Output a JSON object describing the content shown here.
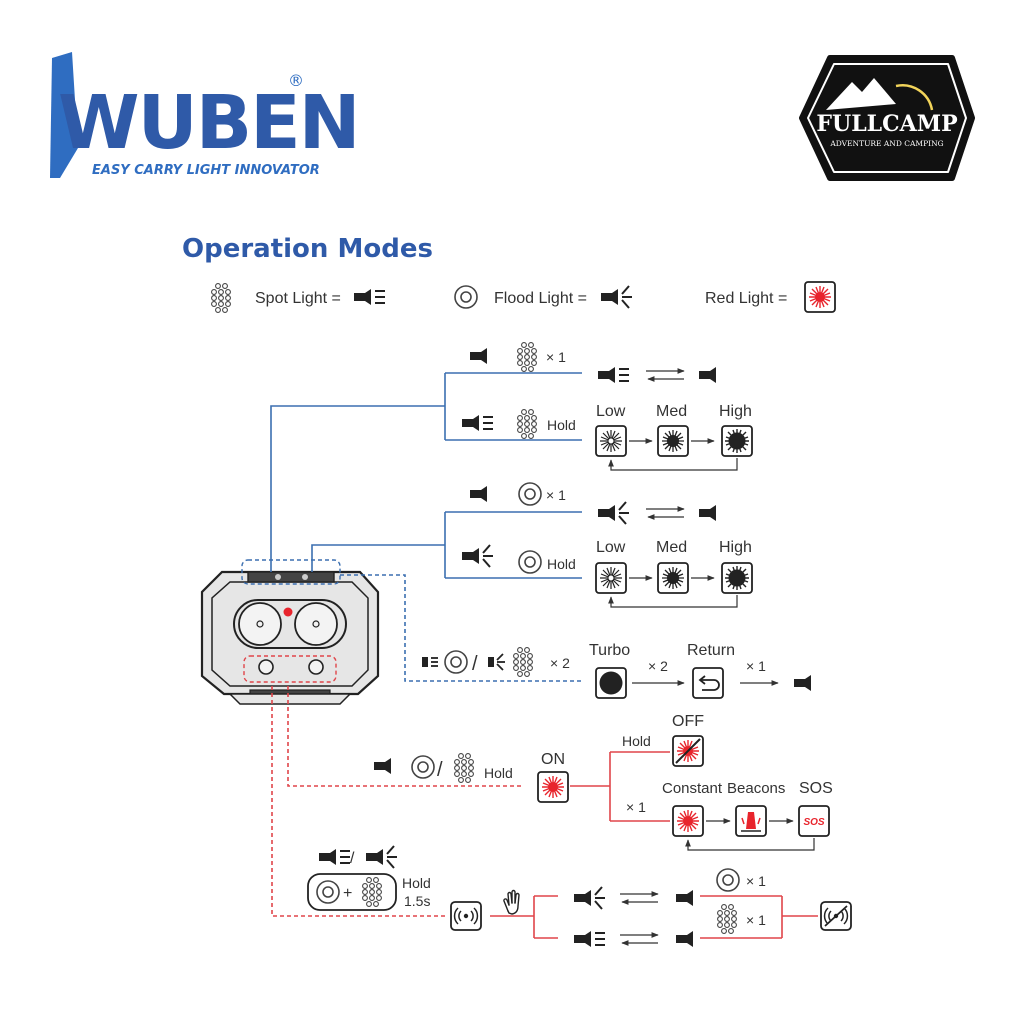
{
  "brand": {
    "wuben_logo": "WUBEN",
    "wuben_registered": "®",
    "wuben_tagline": "EASY CARRY LIGHT INNOVATOR",
    "fullcamp_logo": "FULLCAMP",
    "fullcamp_tagline": "ADVENTURE AND CAMPING"
  },
  "title": "Operation Modes",
  "legend": {
    "spot": "Spot Light =",
    "flood": "Flood Light =",
    "red": "Red Light ="
  },
  "labels": {
    "x1": "× 1",
    "x2": "× 2",
    "hold": "Hold",
    "low": "Low",
    "med": "Med",
    "high": "High",
    "turbo": "Turbo",
    "return": "Return",
    "off": "OFF",
    "on": "ON",
    "constant": "Constant",
    "beacons": "Beacons",
    "sos": "SOS",
    "sos_icon": "SOS",
    "slash": "/",
    "plus": "+",
    "hold_1_5_a": "Hold",
    "hold_1_5_b": "1.5s"
  },
  "colors": {
    "blue_line": "#3b6fb0",
    "red_line": "#e0454a",
    "red_light": "#e8242c",
    "dark": "#222222",
    "title": "#2f5aa8",
    "wuben_blue": "#2f6dc1"
  },
  "icons": [
    "spot-led-cluster-icon",
    "flood-ring-icon",
    "red-light-icon",
    "spot-beam-icon",
    "flood-beam-icon",
    "brightness-low-icon",
    "brightness-med-icon",
    "brightness-high-icon",
    "turbo-icon",
    "return-icon",
    "sensor-icon",
    "hand-wave-icon",
    "sensor-off-icon",
    "beacon-icon",
    "sos-icon",
    "red-off-icon",
    "headlamp-icon"
  ]
}
